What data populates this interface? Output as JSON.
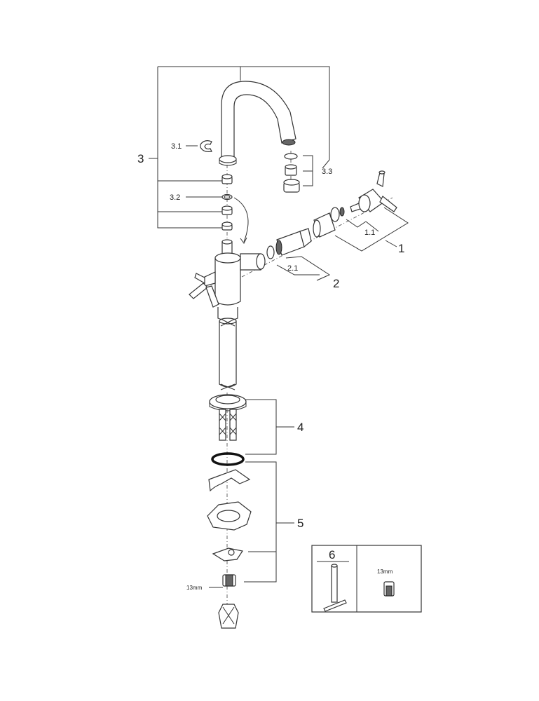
{
  "labels": {
    "main": [
      "1",
      "2",
      "3",
      "4",
      "5",
      "6"
    ],
    "sub": [
      "1.1",
      "2.1",
      "3.1",
      "3.2",
      "3.3"
    ],
    "wrench_size": "13mm",
    "tool_size": "13mm"
  }
}
